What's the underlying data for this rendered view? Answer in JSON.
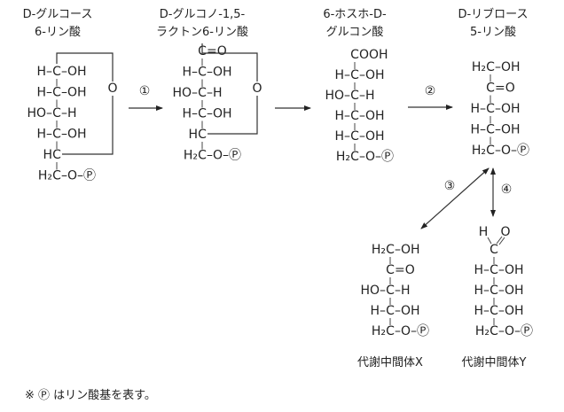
{
  "structures": [
    {
      "id": "glucose-6-phosphate",
      "title": [
        "D-グルコース",
        "6-リン酸"
      ],
      "rows": [
        [
          "H–",
          "C",
          "–OH"
        ],
        [
          "H–",
          "C",
          "–OH"
        ],
        [
          "HO–",
          "C",
          "–H"
        ],
        [
          "H–",
          "C",
          "–OH"
        ],
        [
          "H",
          "C",
          ""
        ],
        [
          "H₂",
          "C",
          "–O–Ⓟ"
        ]
      ],
      "ring_o": "O"
    },
    {
      "id": "glucono-lactone-6-phosphate",
      "title": [
        "D-グルコノ-1,5-",
        "ラクトン6-リン酸"
      ],
      "rows": [
        [
          "",
          "C",
          "=O"
        ],
        [
          "H–",
          "C",
          "–OH"
        ],
        [
          "HO–",
          "C",
          "–H"
        ],
        [
          "H–",
          "C",
          "–OH"
        ],
        [
          "H",
          "C",
          ""
        ],
        [
          "H₂",
          "C",
          "–O–Ⓟ"
        ]
      ],
      "ring_o": "O"
    },
    {
      "id": "6-phosphogluconate",
      "title": [
        "6-ホスホ-D-",
        "グルコン酸"
      ],
      "rows": [
        [
          "",
          "C",
          "OOH"
        ],
        [
          "H–",
          "C",
          "–OH"
        ],
        [
          "HO–",
          "C",
          "–H"
        ],
        [
          "H–",
          "C",
          "–OH"
        ],
        [
          "H–",
          "C",
          "–OH"
        ],
        [
          "H₂",
          "C",
          "–O–Ⓟ"
        ]
      ]
    },
    {
      "id": "ribulose-5-phosphate",
      "title": [
        "D-リブロース",
        "5-リン酸"
      ],
      "rows": [
        [
          "H₂",
          "C",
          "–OH"
        ],
        [
          "",
          "C",
          "=O"
        ],
        [
          "H–",
          "C",
          "–OH"
        ],
        [
          "H–",
          "C",
          "–OH"
        ],
        [
          "H₂",
          "C",
          "–O–Ⓟ"
        ]
      ]
    },
    {
      "id": "intermediate-x",
      "title": [
        "代謝中間体X"
      ],
      "rows": [
        [
          "H₂",
          "C",
          "–OH"
        ],
        [
          "",
          "C",
          "=O"
        ],
        [
          "HO–",
          "C",
          "–H"
        ],
        [
          "H–",
          "C",
          "–OH"
        ],
        [
          "H₂",
          "C",
          "–O–Ⓟ"
        ]
      ]
    },
    {
      "id": "intermediate-y",
      "title": [
        "代謝中間体Y"
      ],
      "aldehyde": {
        "h": "H",
        "o": "O"
      },
      "rows": [
        [
          "",
          "C",
          ""
        ],
        [
          "H–",
          "C",
          "–OH"
        ],
        [
          "H–",
          "C",
          "–OH"
        ],
        [
          "H–",
          "C",
          "–OH"
        ],
        [
          "H₂",
          "C",
          "–O–Ⓟ"
        ]
      ]
    }
  ],
  "reactions": [
    {
      "label": "①"
    },
    {
      "label": ""
    },
    {
      "label": "②"
    },
    {
      "label": "③"
    },
    {
      "label": "④"
    }
  ],
  "footnote": "※ Ⓟ はリン酸基を表す。"
}
